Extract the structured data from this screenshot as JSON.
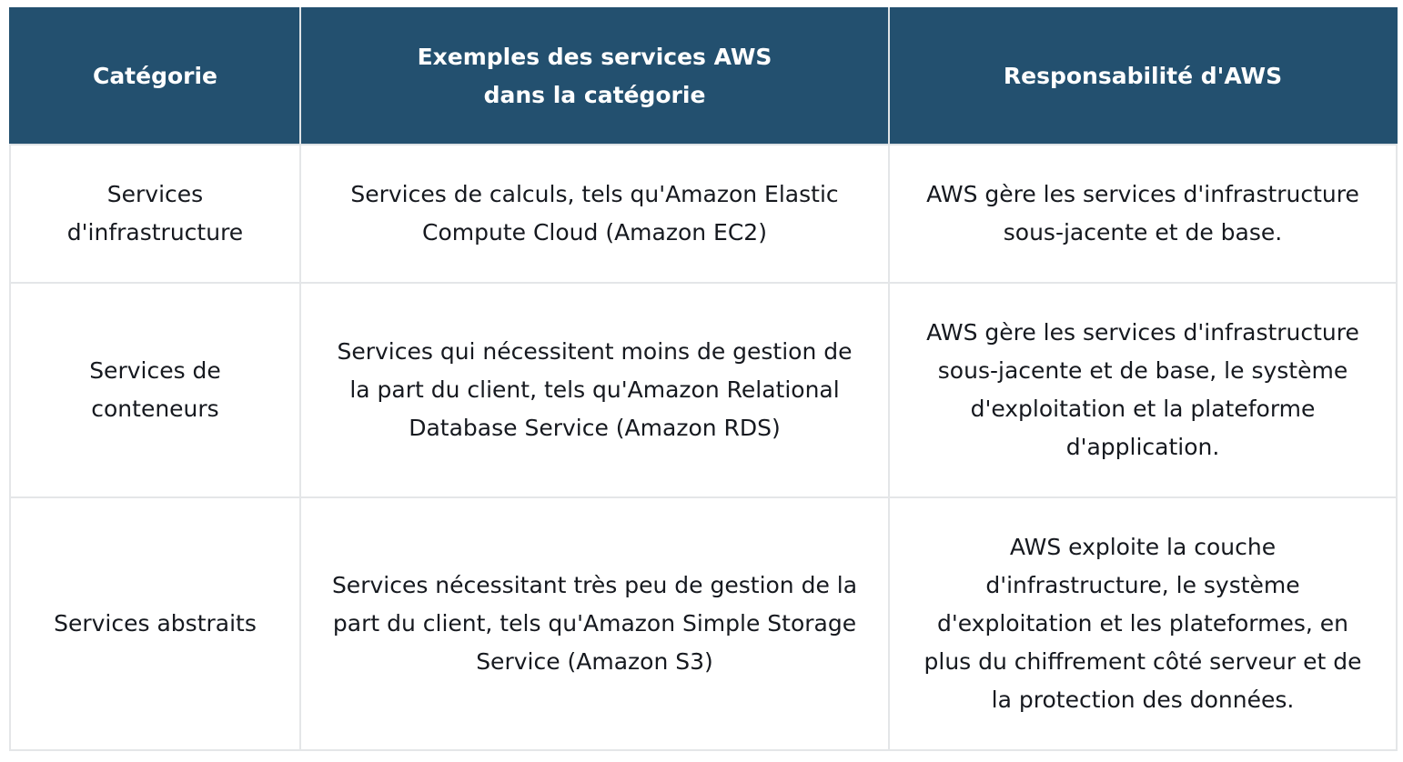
{
  "table": {
    "headers": [
      {
        "lines": [
          "Catégorie"
        ]
      },
      {
        "lines": [
          "Exemples des services AWS",
          "dans la catégorie"
        ]
      },
      {
        "lines": [
          "Responsabilité d'AWS"
        ]
      }
    ],
    "rows": [
      {
        "category": [
          "Services",
          "d'infrastructure"
        ],
        "examples": [
          "Services de calculs, tels qu'Amazon Elastic",
          "Compute Cloud (Amazon EC2)"
        ],
        "responsibility": [
          "AWS gère les services d'infrastructure",
          "sous-jacente et de base."
        ]
      },
      {
        "category": [
          "Services de",
          "conteneurs"
        ],
        "examples": [
          "Services qui nécessitent moins de gestion de",
          "la part du client, tels qu'Amazon Relational",
          "Database Service (Amazon RDS)"
        ],
        "responsibility": [
          "AWS gère les services d'infrastructure",
          "sous-jacente et de base, le système",
          "d'exploitation et la plateforme",
          "d'application."
        ]
      },
      {
        "category": [
          "Services abstraits"
        ],
        "examples": [
          "Services nécessitant très peu de gestion de la",
          "part du client, tels qu'Amazon Simple Storage",
          "Service (Amazon S3)"
        ],
        "responsibility": [
          "AWS exploite la couche",
          "d'infrastructure, le système",
          "d'exploitation et les plateformes, en",
          "plus du chiffrement côté serveur et de",
          "la protection des données."
        ]
      }
    ]
  },
  "colors": {
    "header_bg": "#23506f",
    "header_text": "#ffffff",
    "border": "#e4e6e8",
    "body_text": "#16191f"
  }
}
